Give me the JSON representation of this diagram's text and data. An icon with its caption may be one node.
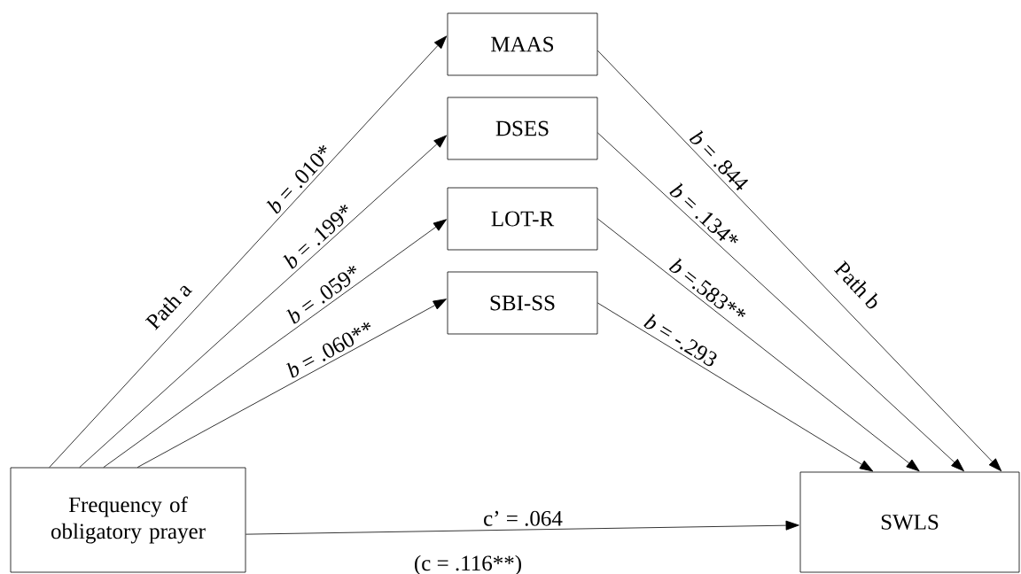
{
  "diagram": {
    "nodes": [
      {
        "text": [
          "Frequency of obligatory prayer"
        ]
      },
      {
        "text": [
          "MAAS"
        ]
      },
      {
        "text": [
          "DSES"
        ]
      },
      {
        "text": [
          "LOT-R"
        ]
      },
      {
        "text": [
          "SBI-SS"
        ]
      },
      {
        "text": [
          "SWLS"
        ]
      }
    ],
    "edges": [
      {
        "from": 0,
        "to": 1,
        "arrow": "to",
        "label": "*b* = .010*"
      },
      {
        "from": 0,
        "to": 2,
        "arrow": "to",
        "label": "*b* = .199*"
      },
      {
        "from": 0,
        "to": 3,
        "arrow": "to",
        "label": "*b* = .059*"
      },
      {
        "from": 0,
        "to": 4,
        "arrow": "to",
        "label": "*b* = .060**"
      },
      {
        "from": 1,
        "to": 5,
        "arrow": "to",
        "label": "*b* = .844"
      },
      {
        "from": 2,
        "to": 5,
        "arrow": "to",
        "label": "*b* = .134*"
      },
      {
        "from": 3,
        "to": 5,
        "arrow": "to",
        "label": "*b* =.583**"
      },
      {
        "from": 4,
        "to": 5,
        "arrow": "to",
        "label": "*b* = -.293"
      },
      {
        "from": 0,
        "to": 5,
        "arrow": "to",
        "label": "c’ = .064"
      }
    ],
    "labels": [
      "Path a",
      "Path b",
      "(c = .116**)"
    ]
  }
}
